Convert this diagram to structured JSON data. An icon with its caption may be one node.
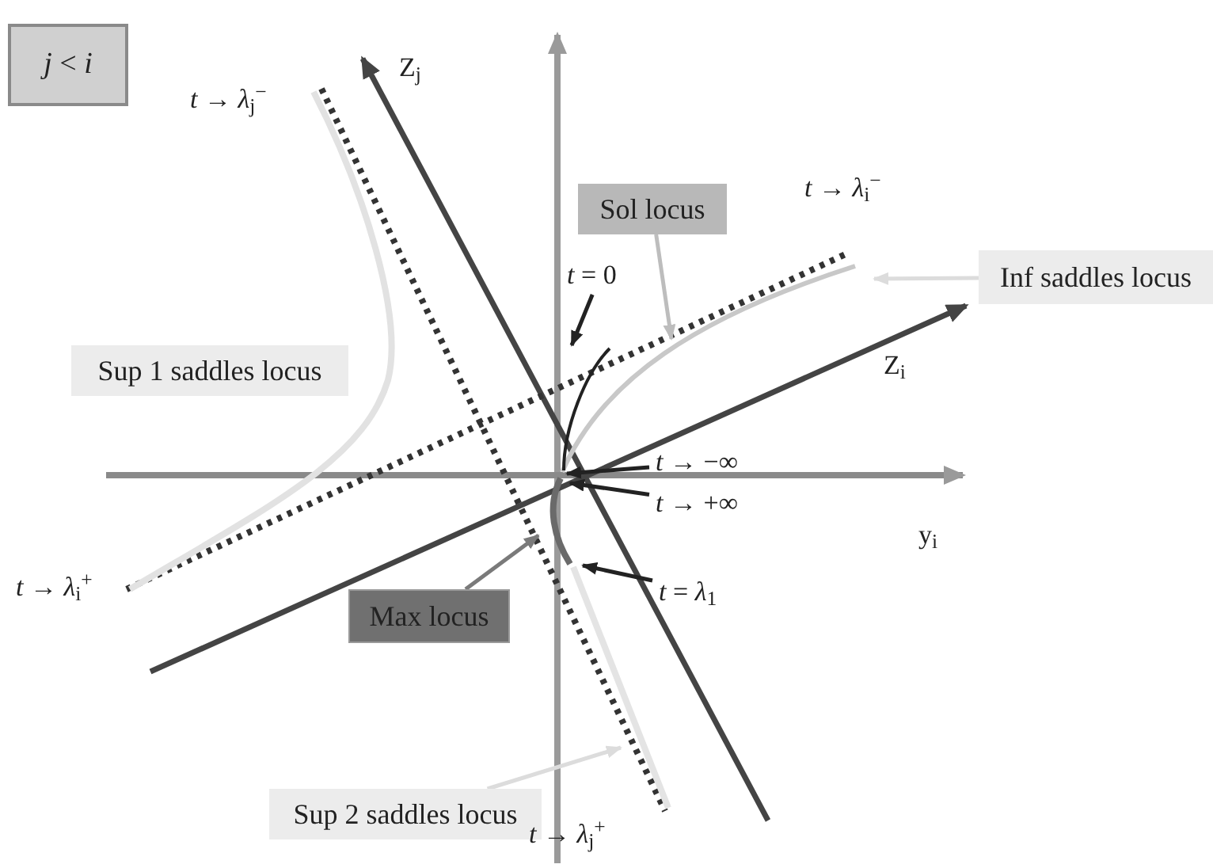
{
  "diagram": {
    "nodes": [
      {
        "text": [
          "*j* < *i*"
        ]
      },
      {
        "text": [
          "Sol locus"
        ]
      },
      {
        "text": [
          "Inf saddles locus"
        ]
      },
      {
        "text": [
          "Sup 1 saddles locus"
        ]
      },
      {
        "text": [
          "Max locus"
        ]
      },
      {
        "text": [
          "Sup 2 saddles locus"
        ]
      },
      {
        "text": [
          "*t* = 0"
        ]
      },
      {
        "text": [
          "*t* → −∞"
        ]
      },
      {
        "text": [
          "*t* → +∞"
        ]
      },
      {
        "text": [
          "*t* = *λ*$_{1}$"
        ]
      }
    ],
    "edges": [
      {
        "from": 1,
        "to": null,
        "arrow": "to",
        "color": "#bdbdbd"
      },
      {
        "from": 2,
        "to": null,
        "arrow": "to",
        "color": "#dcdcdc"
      },
      {
        "from": 4,
        "to": null,
        "arrow": "to",
        "color": "#7a7a7a"
      },
      {
        "from": 5,
        "to": null,
        "arrow": "to",
        "color": "#dcdcdc"
      },
      {
        "from": 6,
        "to": null,
        "arrow": "to"
      },
      {
        "from": 7,
        "to": null,
        "arrow": "to"
      },
      {
        "from": 8,
        "to": null,
        "arrow": "to"
      },
      {
        "from": 9,
        "to": null,
        "arrow": "to"
      }
    ],
    "labels": [
      "*t* → *λ*$_{j}$$^{−}$",
      "Z$_{j}$",
      "*t* → *λ*$_{i}$$^{−}$",
      "Z$_{i}$",
      "y$_{i}$",
      "*t* → *λ*$_{i}$$^{+}$",
      "*t* → *λ*$_{j}$$^{+}$"
    ]
  }
}
